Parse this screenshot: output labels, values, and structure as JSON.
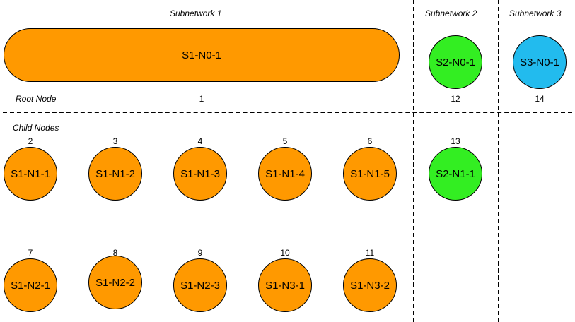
{
  "colors": {
    "subnetwork1": "#ff9900",
    "subnetwork2": "#33ee22",
    "subnetwork3": "#22bbee",
    "divider": "#000000"
  },
  "headers": {
    "subnetwork1": "Subnetwork 1",
    "subnetwork2": "Subnetwork 2",
    "subnetwork3": "Subnetwork 3"
  },
  "section_labels": {
    "root": "Root Node",
    "children": "Child Nodes"
  },
  "root_nodes": [
    {
      "label": "S1-N0-1",
      "number": "1"
    },
    {
      "label": "S2-N0-1",
      "number": "12"
    },
    {
      "label": "S3-N0-1",
      "number": "14"
    }
  ],
  "child_nodes": [
    {
      "label": "S1-N1-1",
      "number": "2"
    },
    {
      "label": "S1-N1-2",
      "number": "3"
    },
    {
      "label": "S1-N1-3",
      "number": "4"
    },
    {
      "label": "S1-N1-4",
      "number": "5"
    },
    {
      "label": "S1-N1-5",
      "number": "6"
    },
    {
      "label": "S2-N1-1",
      "number": "13"
    },
    {
      "label": "S1-N2-1",
      "number": "7"
    },
    {
      "label": "S1-N2-2",
      "number": "8"
    },
    {
      "label": "S1-N2-3",
      "number": "9"
    },
    {
      "label": "S1-N3-1",
      "number": "10"
    },
    {
      "label": "S1-N3-2",
      "number": "11"
    }
  ]
}
